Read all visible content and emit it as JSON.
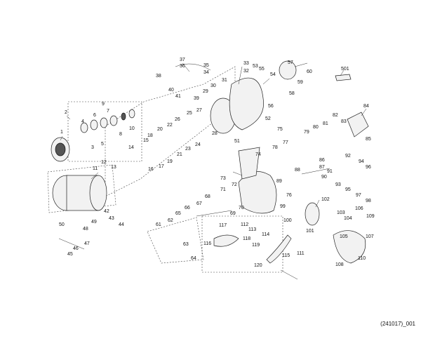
{
  "diagram": {
    "caption": "(241017)_001",
    "parts": [
      "1",
      "2",
      "3",
      "4",
      "5",
      "6",
      "7",
      "8",
      "9",
      "10",
      "11",
      "12",
      "13",
      "14",
      "15",
      "16",
      "17",
      "18",
      "19",
      "20",
      "21",
      "22",
      "23",
      "24",
      "25",
      "26",
      "27",
      "28",
      "29",
      "30",
      "31",
      "32",
      "33",
      "34",
      "35",
      "36",
      "37",
      "38",
      "39",
      "40",
      "41",
      "42",
      "43",
      "44",
      "45",
      "46",
      "47",
      "48",
      "49",
      "50",
      "51",
      "52",
      "53",
      "54",
      "55",
      "56",
      "57",
      "58",
      "59",
      "60",
      "61",
      "62",
      "63",
      "64",
      "65",
      "66",
      "67",
      "68",
      "69",
      "70",
      "71",
      "72",
      "73",
      "74",
      "75",
      "76",
      "77",
      "78",
      "79",
      "80",
      "81",
      "82",
      "83",
      "84",
      "85",
      "86",
      "87",
      "88",
      "89",
      "90",
      "91",
      "92",
      "93",
      "94",
      "95",
      "96",
      "97",
      "98",
      "99",
      "100",
      "101",
      "102",
      "103",
      "104",
      "105",
      "106",
      "107",
      "108",
      "109",
      "110",
      "111",
      "112",
      "113",
      "114",
      "115",
      "116",
      "117",
      "118",
      "119",
      "120",
      "501"
    ]
  }
}
